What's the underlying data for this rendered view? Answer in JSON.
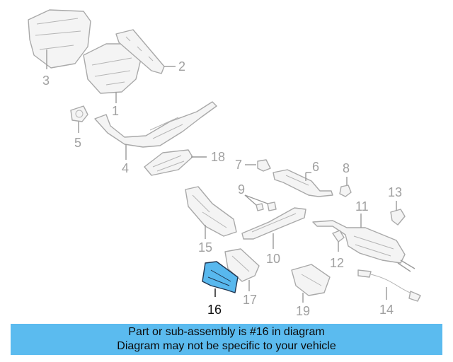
{
  "callouts": {
    "c1": "1",
    "c2": "2",
    "c3": "3",
    "c4": "4",
    "c5": "5",
    "c6": "6",
    "c7": "7",
    "c8": "8",
    "c9": "9",
    "c10": "10",
    "c11": "11",
    "c12": "12",
    "c13": "13",
    "c14": "14",
    "c15": "15",
    "c16": "16",
    "c17": "17",
    "c18": "18",
    "c19": "19"
  },
  "highlight": {
    "part": "16",
    "color": "#58b8ee"
  },
  "banner": {
    "line1": "Part or sub-assembly is #16 in diagram",
    "line2": "Diagram may not be specific to your vehicle",
    "background": "#5bbbef"
  }
}
